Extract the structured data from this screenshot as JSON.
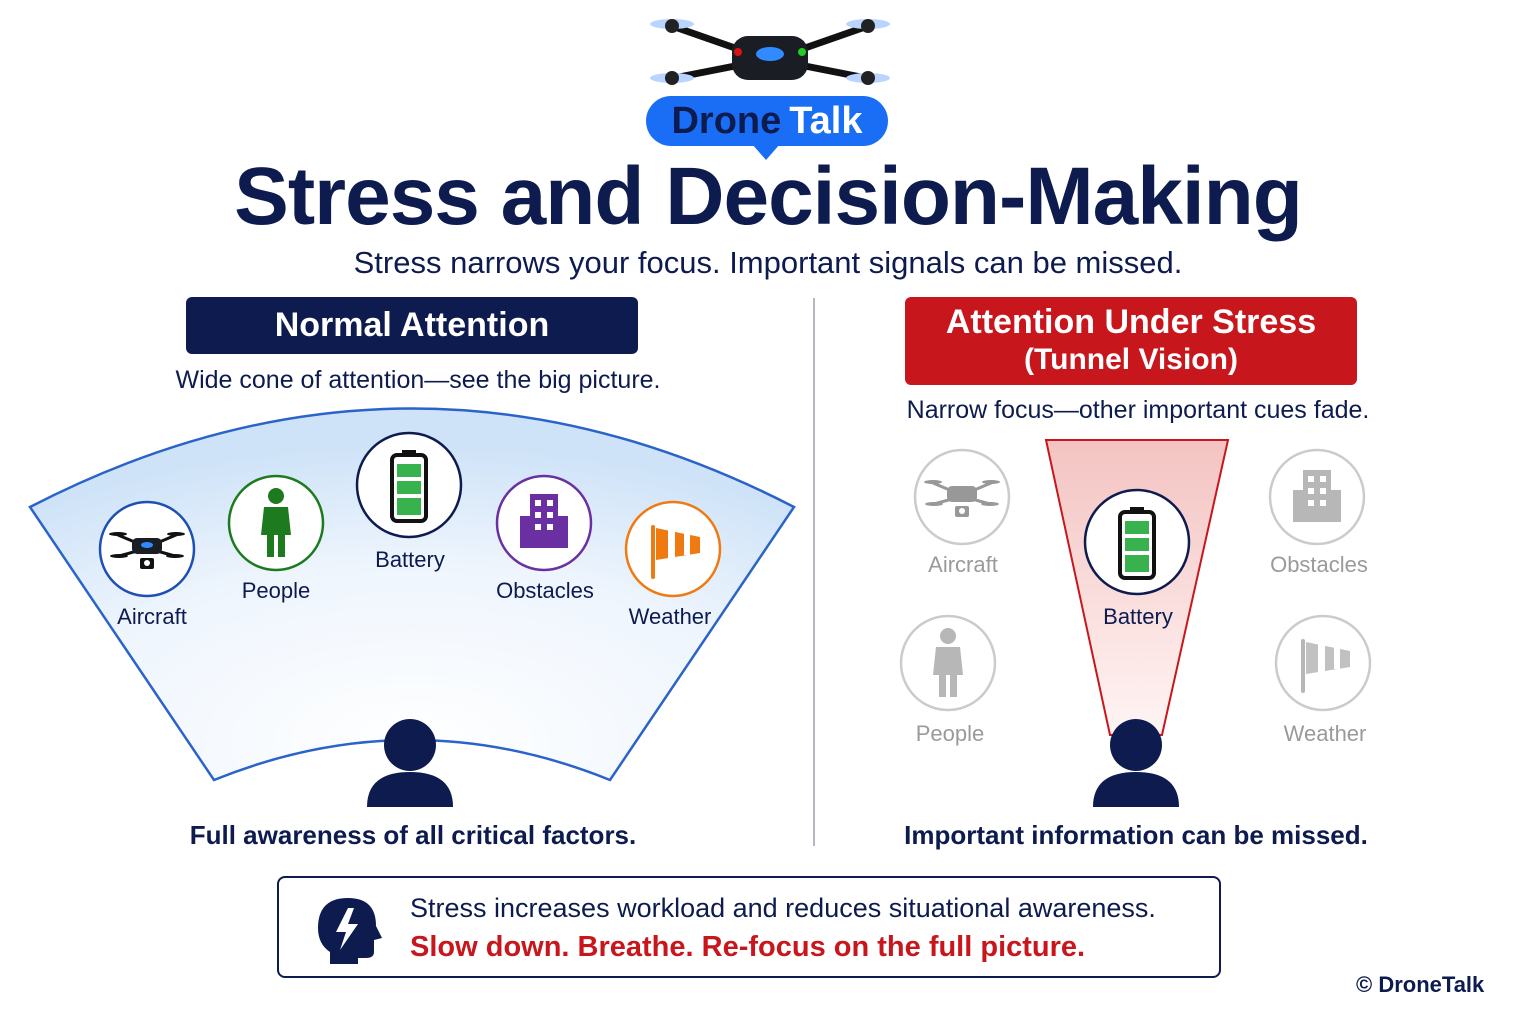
{
  "brand": {
    "word1": "Drone",
    "word2": "Talk"
  },
  "title": "Stress and Decision-Making",
  "subtitle": "Stress narrows your focus. Important signals can be missed.",
  "left_panel": {
    "header": "Normal Attention",
    "description": "Wide cone of attention—see the big picture.",
    "items": [
      {
        "icon": "drone-icon",
        "label": "Aircraft"
      },
      {
        "icon": "person-icon",
        "label": "People"
      },
      {
        "icon": "battery-icon",
        "label": "Battery"
      },
      {
        "icon": "building-icon",
        "label": "Obstacles"
      },
      {
        "icon": "windsock-icon",
        "label": "Weather"
      }
    ],
    "footer": "Full awareness of all critical factors."
  },
  "right_panel": {
    "header": "Attention Under Stress",
    "header_sub": "(Tunnel Vision)",
    "description": "Narrow focus—other important cues fade.",
    "items": [
      {
        "icon": "drone-icon",
        "label": "Aircraft"
      },
      {
        "icon": "battery-icon",
        "label": "Battery"
      },
      {
        "icon": "building-icon",
        "label": "Obstacles"
      },
      {
        "icon": "person-icon",
        "label": "People"
      },
      {
        "icon": "windsock-icon",
        "label": "Weather"
      }
    ],
    "footer": "Important information can be missed."
  },
  "note": {
    "icon": "stressed-head-icon",
    "line1": "Stress increases workload and reduces situational awareness.",
    "line2": "Slow down. Breathe. Re-focus on the full picture."
  },
  "copyright": "© DroneTalk",
  "colors": {
    "navy": "#0d1b4f",
    "brand_blue": "#1a6ef5",
    "stress_red": "#c8161d",
    "people_green": "#1e7a1e",
    "obstacles_purple": "#6a2fa0",
    "weather_orange": "#f07a12",
    "battery_green": "#37b24d",
    "faded_gray": "#9a9a9a"
  }
}
